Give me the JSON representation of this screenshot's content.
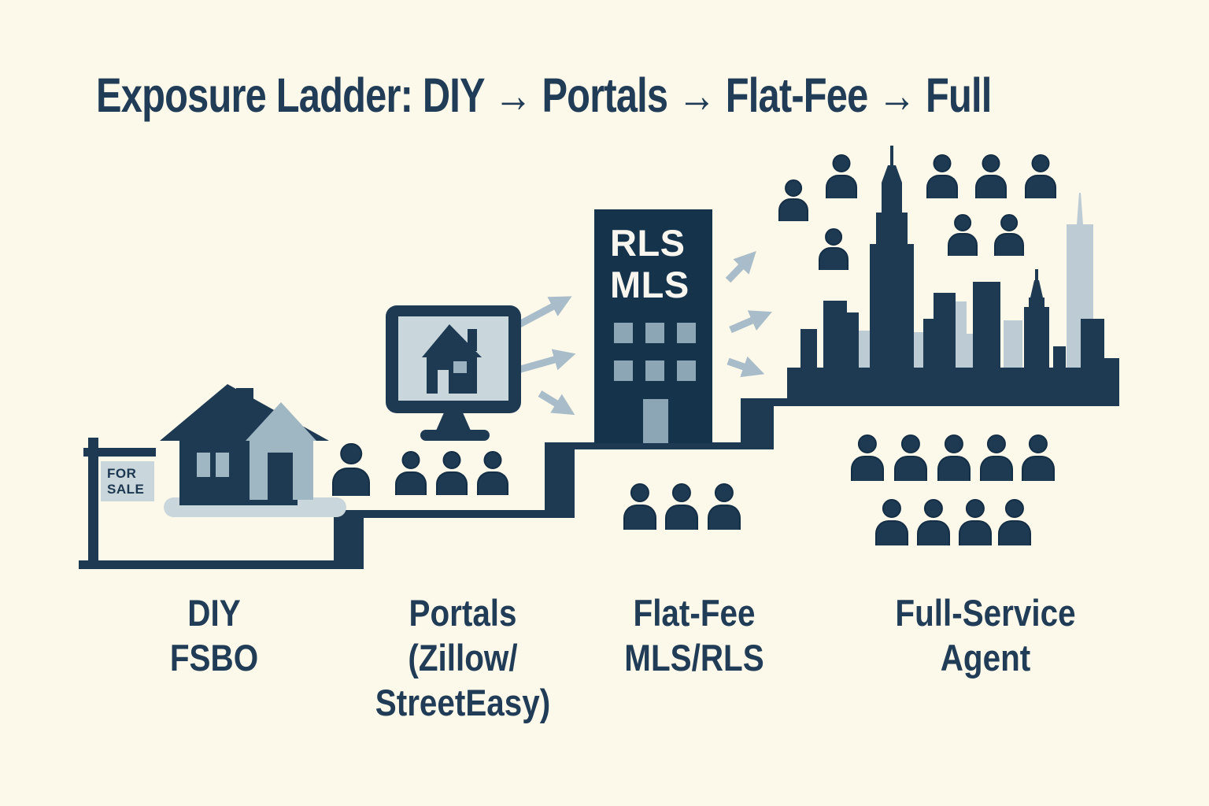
{
  "title": "Exposure Ladder: DIY → Portals → Flat-Fee → Full",
  "for_sale_sign": {
    "line1": "FOR",
    "line2": "SALE"
  },
  "mls_building": {
    "line1": "RLS",
    "line2": "MLS"
  },
  "stages": [
    {
      "id": "diy-fsbo",
      "lines": [
        "DIY",
        "FSBO"
      ],
      "people_count": 1
    },
    {
      "id": "portals",
      "lines": [
        "Portals",
        "(Zillow/",
        "StreetEasy)"
      ],
      "people_count": 3
    },
    {
      "id": "flat-fee-mls",
      "lines": [
        "Flat-Fee",
        "MLS/RLS"
      ],
      "people_count": 3
    },
    {
      "id": "full-service",
      "lines": [
        "Full-Service",
        "Agent"
      ],
      "people_count": 17
    }
  ],
  "colors": {
    "background": "#fcf8ea",
    "navy": "#1e3a53",
    "text": "#203c56",
    "light_panel": "#c9d6dc",
    "mid_blue": "#9fb6c3",
    "window_blue": "#8ca6b5",
    "arrow": "#a8bcc9",
    "skyline_light": "#bccbd4",
    "building_fill": "#16334c",
    "label_on_building": "#f8f6ee"
  }
}
